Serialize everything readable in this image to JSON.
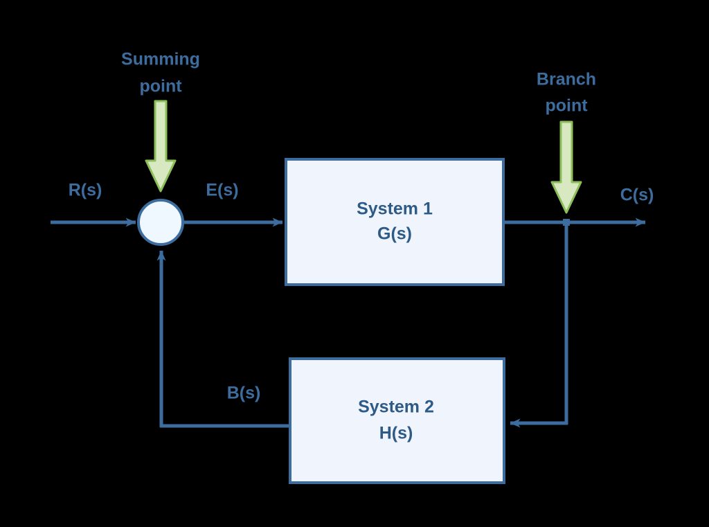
{
  "diagram": {
    "type": "control-system-block-diagram",
    "background_color": "#000000",
    "palette": {
      "line": "#3d6d9e",
      "block_fill": "#eff4fd",
      "block_border": "#3d6d9e",
      "block_text": "#2e5a86",
      "signal_text": "#3d6d9e",
      "annotation_text": "#3d6d9e",
      "annotation_arrow_fill": "#d8e9c2",
      "annotation_arrow_stroke": "#8cbf5a"
    },
    "blocks": [
      {
        "id": "system-1",
        "title": "System 1",
        "transfer_function": "G(s)"
      },
      {
        "id": "system-2",
        "title": "System 2",
        "transfer_function": "H(s)"
      }
    ],
    "nodes": [
      {
        "id": "summing-point",
        "shape": "circle"
      },
      {
        "id": "branch-point",
        "shape": "junction-dot"
      }
    ],
    "signals": [
      {
        "id": "input-signal",
        "label": "R(s)"
      },
      {
        "id": "error-signal",
        "label": "E(s)"
      },
      {
        "id": "output-signal",
        "label": "C(s)"
      },
      {
        "id": "feedback-signal",
        "label": "B(s)"
      }
    ],
    "annotations": [
      {
        "id": "summing-point-annotation",
        "line1": "Summing",
        "line2": "point"
      },
      {
        "id": "branch-point-annotation",
        "line1": "Branch",
        "line2": "point"
      }
    ]
  }
}
